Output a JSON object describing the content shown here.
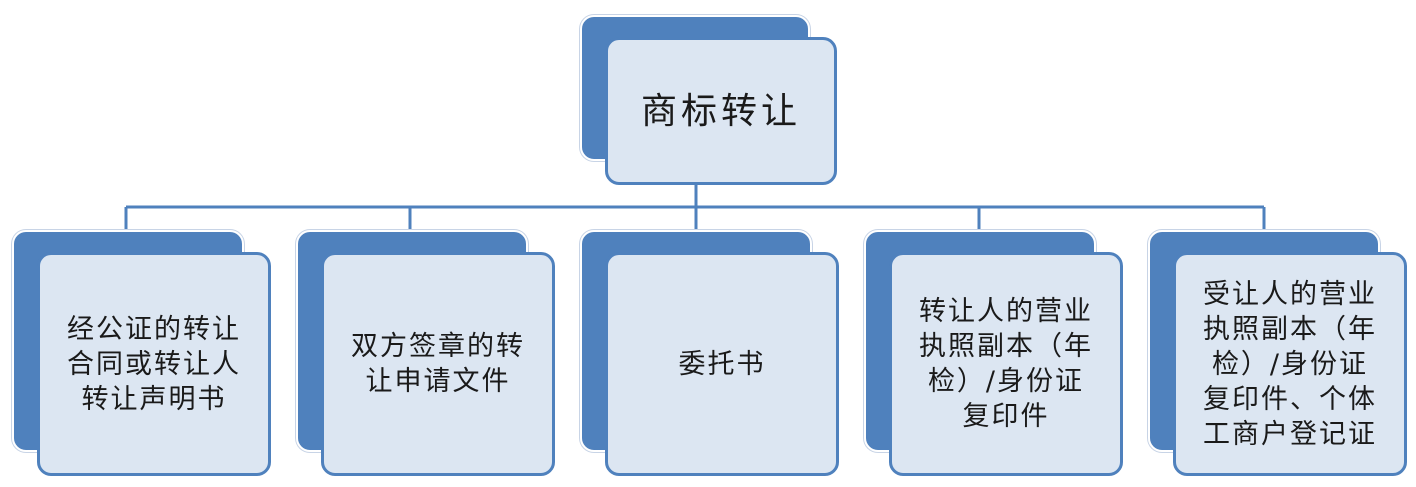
{
  "colors": {
    "accent": "#4f81bd",
    "box_fill": "#dce6f2",
    "connector": "#4f81bd"
  },
  "root": {
    "label": "商标转让"
  },
  "children": [
    {
      "lines": [
        "经公证的转让",
        "合同或转让人",
        "转让声明书"
      ]
    },
    {
      "lines": [
        "双方签章的转",
        "让申请文件"
      ]
    },
    {
      "lines": [
        "委托书"
      ]
    },
    {
      "lines": [
        "转让人的营业",
        "执照副本（年",
        "检）/身份证",
        "复印件"
      ]
    },
    {
      "lines": [
        "受让人的营业",
        "执照副本（年",
        "检）/身份证",
        "复印件、个体",
        "工商户登记证"
      ]
    }
  ]
}
